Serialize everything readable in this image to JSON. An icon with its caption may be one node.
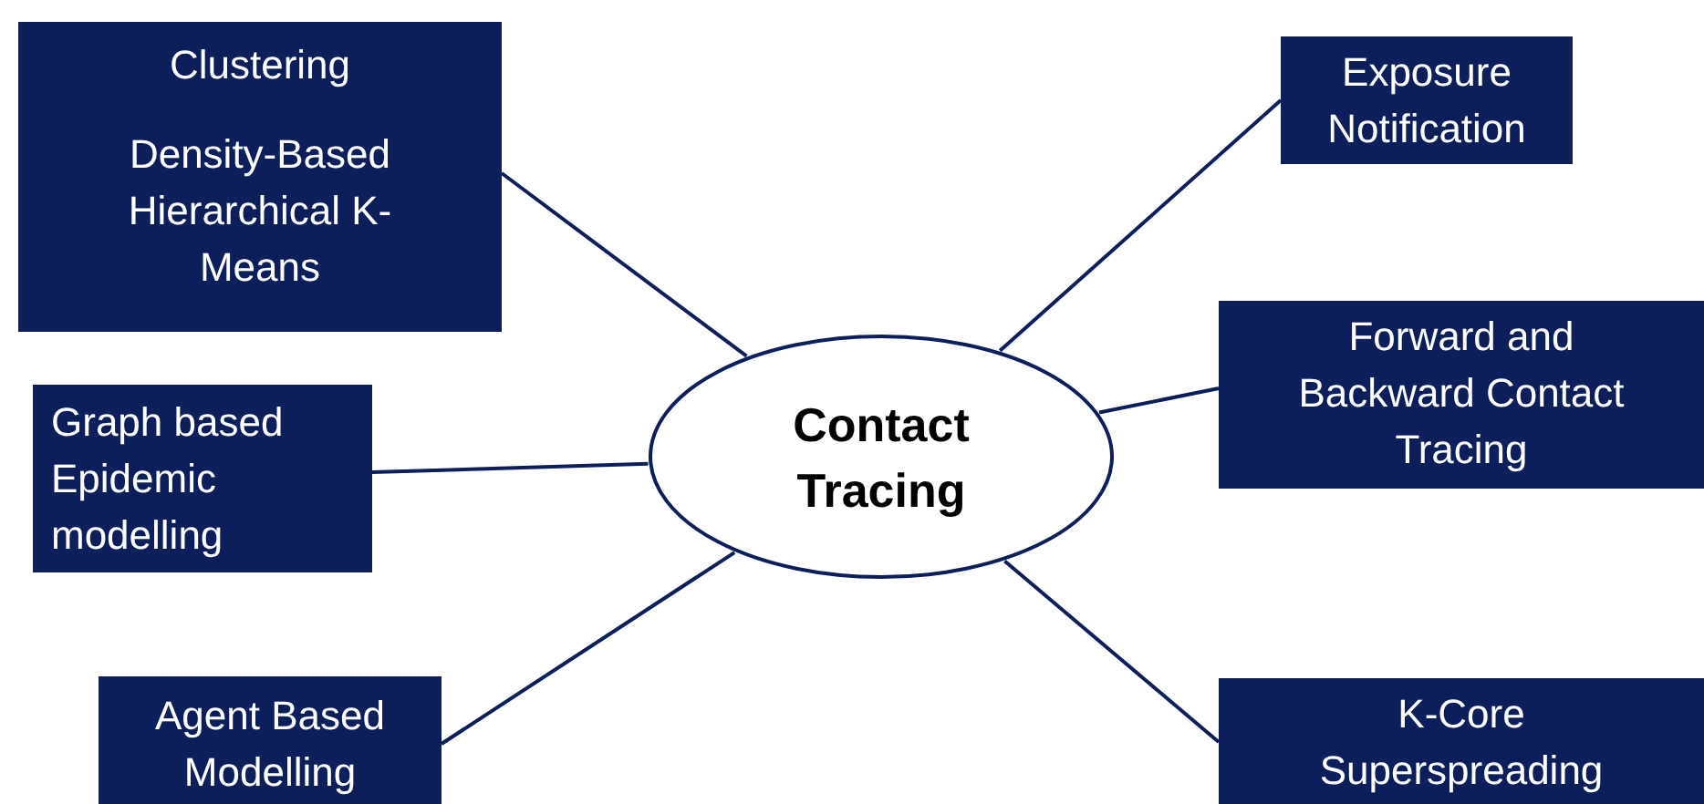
{
  "diagram": {
    "nodes": [
      {
        "text": [
          "Clustering",
          "Density-Based Hierarchical K-Means"
        ]
      },
      {
        "text": [
          "Exposure Notification"
        ]
      },
      {
        "text": [
          "Contact Tracing"
        ]
      },
      {
        "text": [
          "Forward and Backward Contact Tracing"
        ]
      },
      {
        "text": [
          "Graph based Epidemic modelling"
        ]
      },
      {
        "text": [
          "Agent Based Modelling"
        ]
      },
      {
        "text": [
          "K-Core Superspreading"
        ]
      }
    ],
    "edges": [
      {
        "from": 2,
        "to": 0,
        "arrow": "none"
      },
      {
        "from": 2,
        "to": 1,
        "arrow": "none"
      },
      {
        "from": 2,
        "to": 3,
        "arrow": "none"
      },
      {
        "from": 2,
        "to": 4,
        "arrow": "none"
      },
      {
        "from": 2,
        "to": 5,
        "arrow": "none"
      },
      {
        "from": 2,
        "to": 6,
        "arrow": "none"
      }
    ]
  }
}
